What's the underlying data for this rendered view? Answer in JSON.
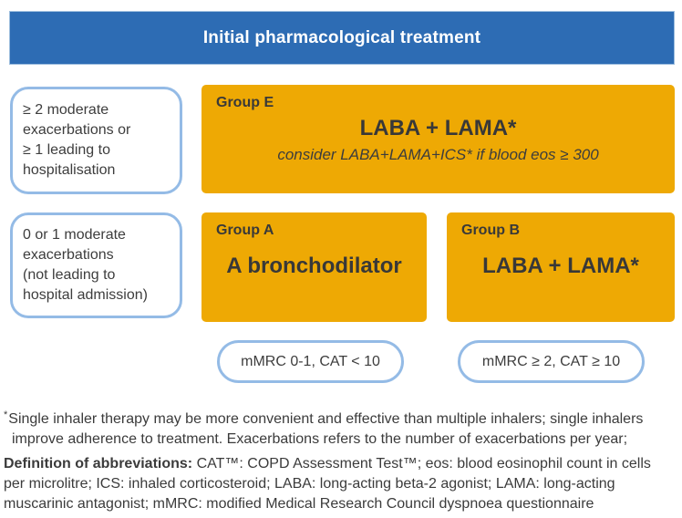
{
  "colors": {
    "header_blue": "#2d6cb4",
    "amber": "#eea904",
    "light_blue_border": "#94bbe6",
    "text_dark": "#3d3d3d"
  },
  "header": {
    "title": "Initial pharmacological treatment"
  },
  "risk_boxes": [
    {
      "lines": [
        "≥ 2 moderate",
        "exacerbations or",
        "≥ 1 leading to",
        "hospitalisation"
      ]
    },
    {
      "lines": [
        "0 or 1 moderate",
        "exacerbations",
        "(not leading to",
        "hospital admission)"
      ]
    }
  ],
  "groups": {
    "e": {
      "label": "Group E",
      "treatment": "LABA + LAMA*",
      "note": "consider LABA+LAMA+ICS* if blood eos ≥ 300"
    },
    "a": {
      "label": "Group A",
      "treatment": "A bronchodilator"
    },
    "b": {
      "label": "Group B",
      "treatment": "LABA + LAMA*"
    }
  },
  "symptom_pills": [
    {
      "text": "mMRC 0-1, CAT < 10"
    },
    {
      "text": "mMRC ≥ 2, CAT ≥ 10"
    }
  ],
  "footnotes": {
    "asterisk": "*",
    "note1_lines": [
      "Single inhaler therapy may be more convenient and effective than multiple inhalers; single inhalers",
      "improve adherence to treatment. Exacerbations refers to the number of exacerbations per year;"
    ],
    "definitions_label": "Definition of abbreviations:",
    "definitions_lines": [
      " CAT™: COPD Assessment Test™; eos: blood eosinophil count in cells",
      "per microlitre; ICS: inhaled corticosteroid; LABA: long-acting beta-2 agonist; LAMA: long-acting",
      "muscarinic antagonist; mMRC: modified Medical Research Council dyspnoea questionnaire"
    ]
  }
}
